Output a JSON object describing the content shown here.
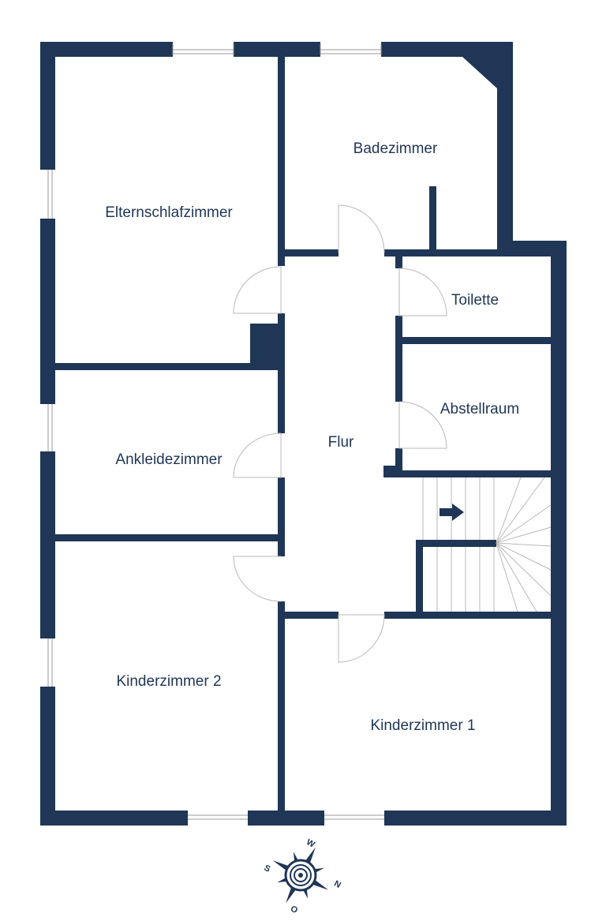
{
  "colors": {
    "wall": "#1f3656",
    "background": "#ffffff",
    "door_line": "#b8b8b8",
    "window_line": "#9a9a9a"
  },
  "rooms": {
    "elternschlafzimmer": "Elternschlafzimmer",
    "badezimmer": "Badezimmer",
    "toilette": "Toilette",
    "abstellraum": "Abstellraum",
    "flur": "Flur",
    "ankleidezimmer": "Ankleidezimmer",
    "kinderzimmer_2": "Kinderzimmer 2",
    "kinderzimmer_1": "Kinderzimmer 1"
  },
  "compass": {
    "north": "N",
    "south": "S",
    "west": "W",
    "east": "O"
  },
  "stairs": {
    "direction_icon": "arrow-right-icon"
  }
}
